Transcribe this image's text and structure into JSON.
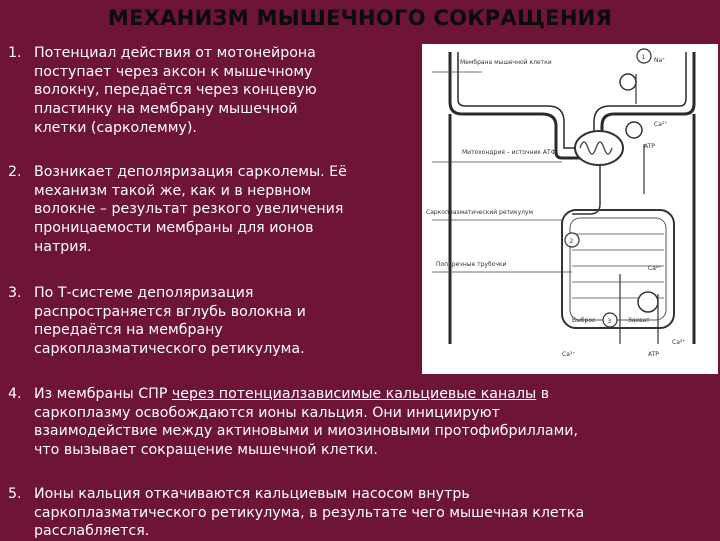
{
  "slide": {
    "title": "МЕХАНИЗМ МЫШЕЧНОГО СОКРАЩЕНИЯ",
    "items": [
      {
        "num": "1.",
        "text": "Потенциал действия от мотонейрона\nпоступает через аксон к мышечному\nволокну, передаётся через концевую\nпластинку на мембрану мышечной\nклетки (сарколемму)."
      },
      {
        "num": "2.",
        "text": "Возникает деполяризация сарколемы. Её\nмеханизм такой же, как и в нервном\nволокне – результат резкого увеличения\nпроницаемости мембраны для ионов\nнатрия."
      },
      {
        "num": "3.",
        "text": "По Т-системе деполяризация\nраспространяется вглубь волокна и\nпередаётся на мембрану\nсаркоплазматического ретикулума."
      },
      {
        "num": "4.",
        "text_before": "Из мембраны СПР ",
        "text_link": "через потенциалзависимые кальциевые каналы",
        "text_after": " в\nсаркоплазму освобождаются ионы кальция.   Они инициируют\nвзаимодействие между актиновыми и миозиновыми протофибриллами,\nчто вызывает сокращение мышечной клетки."
      },
      {
        "num": "5.",
        "text": "Ионы кальция откачиваются кальциевым насосом внутрь\nсаркоплазматического ретикулума, в результате чего мышечная клетка\nрасслабляется."
      }
    ]
  },
  "diagram": {
    "labels": {
      "top": "Мембрана мышечной клетки",
      "mito": "Митохондрия – источник АТФ",
      "sr": "Саркоплазматический ретикулум",
      "ttube": "Поперечные трубочки",
      "release": "Выброс",
      "uptake": "Захват",
      "na": "Na⁺",
      "atp1": "ATP",
      "atp2": "ATP",
      "ca1": "Ca²⁺",
      "ca2": "Ca²⁺",
      "ca3": "Ca²⁺",
      "ca4": "Ca²⁺",
      "step1": "1",
      "step2": "2",
      "step3": "3"
    }
  }
}
